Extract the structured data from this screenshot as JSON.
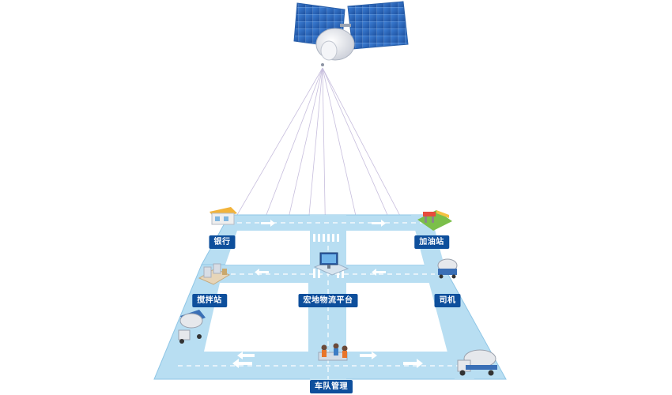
{
  "labels": {
    "bank": "银行",
    "gas_station": "加油站",
    "mixing_station": "搅拌站",
    "platform": "宏地物流平台",
    "driver": "司机",
    "fleet": "车队管理"
  },
  "colors": {
    "road": "#b8def2",
    "road_edge": "#8fc6e6",
    "tag_bg": "#0e4f9c",
    "lane_mark": "#ffffff",
    "beam": "#c7bedd"
  },
  "icons": [
    "satellite-icon",
    "bank-building-icon",
    "gas-station-icon",
    "mixing-plant-icon",
    "platform-computer-icon",
    "mixer-truck-icon",
    "fleet-team-icon"
  ]
}
